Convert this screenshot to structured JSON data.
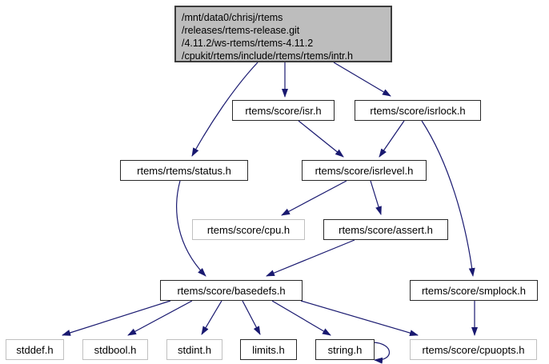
{
  "diagram": {
    "type": "include-dependency-graph",
    "colors": {
      "arrow": "#191970",
      "main_fill": "#bdbdbd",
      "internal_border": "#2a2a2a",
      "external_border": "#c0c0c0"
    },
    "main_node": {
      "label": "/mnt/data0/chrisj/rtems\n/releases/rtems-release.git\n/4.11.2/ws-rtems/rtems-4.11.2\n/cpukit/rtems/include/rtems/rtems/intr.h"
    },
    "nodes": {
      "isr": {
        "label": "rtems/score/isr.h"
      },
      "isrlock": {
        "label": "rtems/score/isrlock.h"
      },
      "status": {
        "label": "rtems/rtems/status.h"
      },
      "isrlevel": {
        "label": "rtems/score/isrlevel.h"
      },
      "cpu": {
        "label": "rtems/score/cpu.h"
      },
      "assert": {
        "label": "rtems/score/assert.h"
      },
      "basedefs": {
        "label": "rtems/score/basedefs.h"
      },
      "smplock": {
        "label": "rtems/score/smplock.h"
      },
      "stddef": {
        "label": "stddef.h"
      },
      "stdbool": {
        "label": "stdbool.h"
      },
      "stdint": {
        "label": "stdint.h"
      },
      "limits": {
        "label": "limits.h"
      },
      "string": {
        "label": "string.h"
      },
      "cpuopts": {
        "label": "rtems/score/cpuopts.h"
      }
    },
    "edges": [
      {
        "from": "intr.h",
        "to": "rtems/score/isr.h"
      },
      {
        "from": "intr.h",
        "to": "rtems/score/isrlock.h"
      },
      {
        "from": "intr.h",
        "to": "rtems/rtems/status.h"
      },
      {
        "from": "rtems/score/isr.h",
        "to": "rtems/score/isrlevel.h"
      },
      {
        "from": "rtems/score/isrlock.h",
        "to": "rtems/score/isrlevel.h"
      },
      {
        "from": "rtems/score/isrlock.h",
        "to": "rtems/score/smplock.h"
      },
      {
        "from": "rtems/score/isrlevel.h",
        "to": "rtems/score/cpu.h"
      },
      {
        "from": "rtems/score/isrlevel.h",
        "to": "rtems/score/assert.h"
      },
      {
        "from": "rtems/rtems/status.h",
        "to": "rtems/score/basedefs.h"
      },
      {
        "from": "rtems/score/assert.h",
        "to": "rtems/score/basedefs.h"
      },
      {
        "from": "rtems/score/basedefs.h",
        "to": "stddef.h"
      },
      {
        "from": "rtems/score/basedefs.h",
        "to": "stdbool.h"
      },
      {
        "from": "rtems/score/basedefs.h",
        "to": "stdint.h"
      },
      {
        "from": "rtems/score/basedefs.h",
        "to": "limits.h"
      },
      {
        "from": "rtems/score/basedefs.h",
        "to": "string.h"
      },
      {
        "from": "rtems/score/basedefs.h",
        "to": "rtems/score/cpuopts.h"
      },
      {
        "from": "rtems/score/smplock.h",
        "to": "rtems/score/cpuopts.h"
      },
      {
        "from": "string.h",
        "to": "string.h"
      }
    ]
  }
}
